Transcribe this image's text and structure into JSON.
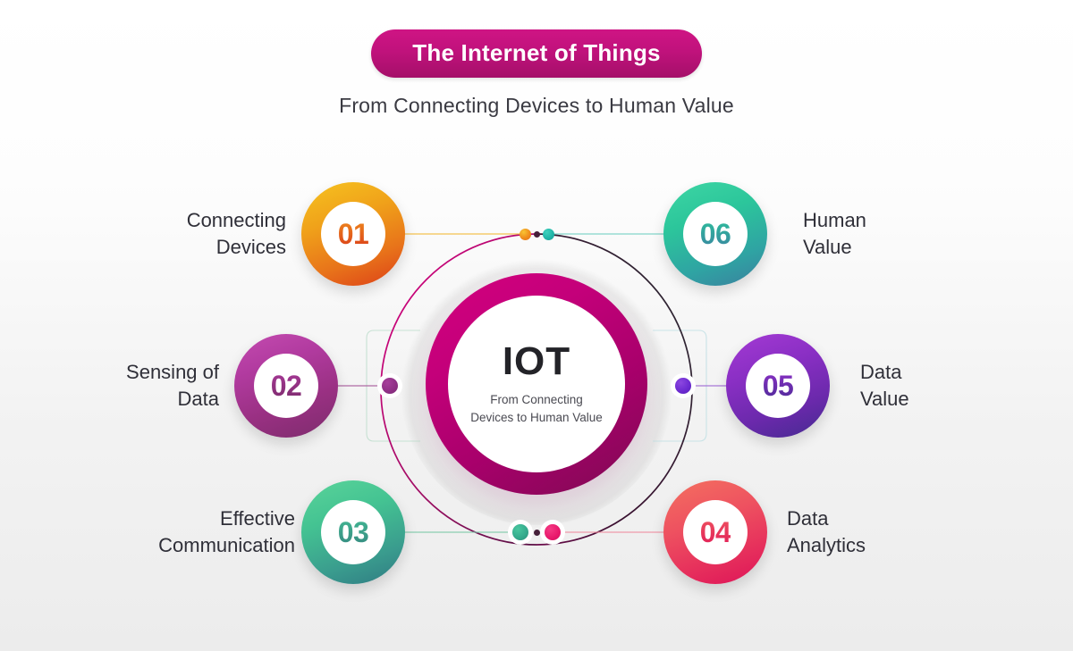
{
  "header": {
    "title": "The Internet of Things",
    "subtitle": "From Connecting Devices to Human Value",
    "badge_color": "#c0127c"
  },
  "hub": {
    "title": "IOT",
    "subtitle": "From Connecting Devices to Human Value",
    "ring_color": "#c4007a"
  },
  "nodes": [
    {
      "number": "01",
      "label": "Connecting\nDevices",
      "color": "#e8731a",
      "side": "left"
    },
    {
      "number": "02",
      "label": "Sensing of\nData",
      "color": "#993082",
      "side": "left"
    },
    {
      "number": "03",
      "label": "Effective\nCommunication",
      "color": "#3a9c8e",
      "side": "left"
    },
    {
      "number": "04",
      "label": "Data\nAnalytics",
      "color": "#e62f5c",
      "side": "right"
    },
    {
      "number": "05",
      "label": "Data\nValue",
      "color": "#6a29ab",
      "side": "right"
    },
    {
      "number": "06",
      "label": "Human\nValue",
      "color": "#2fa3a3",
      "side": "right"
    }
  ],
  "connector_dots": [
    {
      "name": "dot-01",
      "color": "#ef8c1c"
    },
    {
      "name": "dot-06",
      "color": "#1fb3a6"
    },
    {
      "name": "dot-02",
      "color": "#8e2f84"
    },
    {
      "name": "dot-05",
      "color": "#6a29d0"
    },
    {
      "name": "dot-03",
      "color": "#34a98c"
    },
    {
      "name": "dot-04",
      "color": "#e8186b"
    }
  ]
}
